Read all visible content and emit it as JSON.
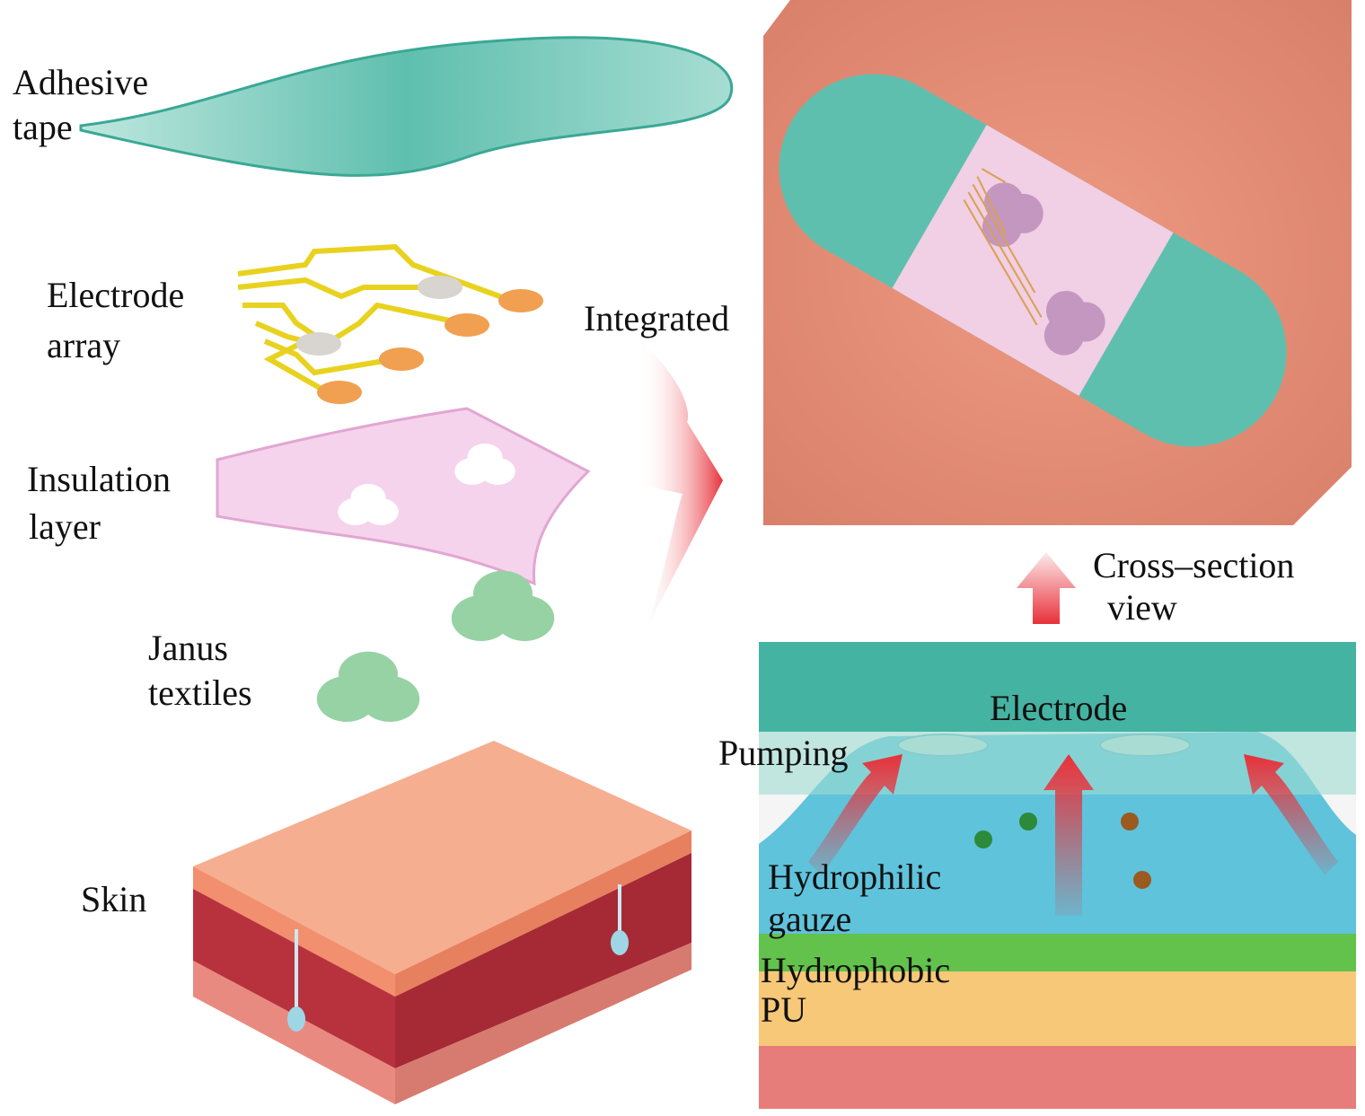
{
  "labels": {
    "adhesive_tape": [
      "Adhesive",
      "tape"
    ],
    "electrode_array": [
      "Electrode",
      "array"
    ],
    "insulation_layer": [
      "Insulation",
      "layer"
    ],
    "janus_textiles": [
      "Janus",
      "textiles"
    ],
    "skin": "Skin",
    "integrated": "Integrated",
    "cross_section_view": [
      "Cross–section",
      "view"
    ],
    "electrode": "Electrode",
    "pumping": "Pumping",
    "hydrophilic_gauze": [
      "Hydrophilic",
      "gauze"
    ],
    "hydrophobic_pu": [
      "Hydrophobic",
      "PU"
    ]
  },
  "colors": {
    "tape": "#5fbfae",
    "insulation": "#f2c8e6",
    "textile": "#8fcf9e",
    "skin_top": "#f4a98a",
    "skin_dermis": "#b8323d",
    "arrow": "#e8313a",
    "photo_bg": "#e9917a",
    "sweat": "#5fc3dc"
  }
}
